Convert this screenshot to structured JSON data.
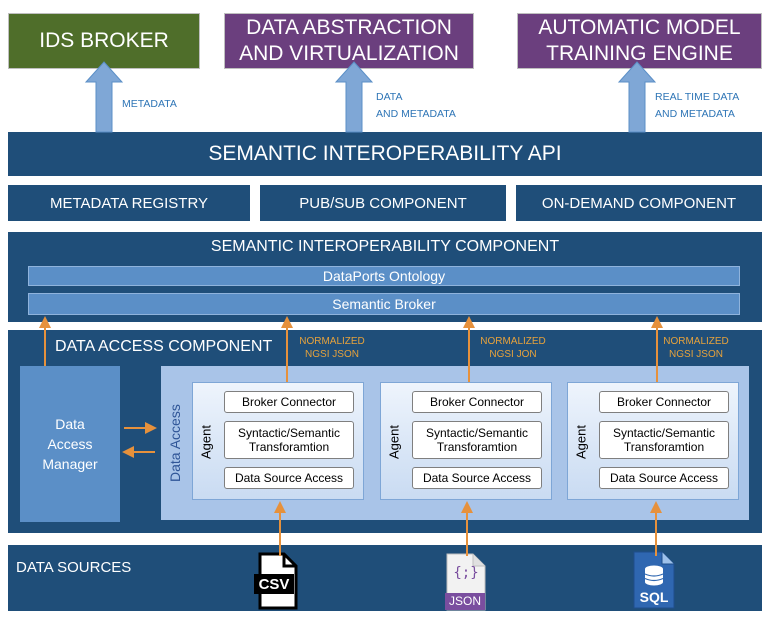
{
  "top": {
    "ids_broker": "IDS BROKER",
    "data_abstraction": [
      "DATA ABSTRACTION",
      "AND VIRTUALIZATION"
    ],
    "automatic_model": [
      "AUTOMATIC MODEL",
      "TRAINING ENGINE"
    ],
    "labels": {
      "metadata": "METADATA",
      "data_and_metadata": [
        "DATA",
        "AND METADATA"
      ],
      "real_time": [
        "REAL TIME DATA",
        "AND METADATA"
      ]
    }
  },
  "api": "SEMANTIC INTEROPERABILITY API",
  "components": [
    "METADATA REGISTRY",
    "PUB/SUB COMPONENT",
    "ON-DEMAND COMPONENT"
  ],
  "sic": {
    "title": "SEMANTIC INTEROPERABILITY COMPONENT",
    "ontology": "DataPorts Ontology",
    "broker": "Semantic Broker"
  },
  "dac": {
    "title": "DATA ACCESS COMPONENT",
    "normalized": [
      [
        "NORMALIZED",
        "NGSI JSON"
      ],
      [
        "NORMALIZED",
        "NGSI JON"
      ],
      [
        "NORMALIZED",
        "NGSI JSON"
      ]
    ],
    "manager": [
      "Data",
      "Access",
      "Manager"
    ],
    "data_access": "Data Access",
    "agent_label": "Agent",
    "agents": [
      {
        "connector": "Broker Connector",
        "transform": [
          "Syntactic/Semantic",
          "Transforamtion"
        ],
        "source": "Data Source Access"
      },
      {
        "connector": "Broker Connector",
        "transform": [
          "Syntactic/Semantic",
          "Transforamtion"
        ],
        "source": "Data Source Access"
      },
      {
        "connector": "Broker Connector",
        "transform": [
          "Syntactic/Semantic",
          "Transforamtion"
        ],
        "source": "Data Source Access"
      }
    ]
  },
  "sources": {
    "title": "DATA SOURCES",
    "csv": "CSV",
    "json_glyph": "{;}",
    "json": "JSON",
    "sql": "SQL"
  },
  "colors": {
    "navy": "#1f4e79",
    "ids_green": "#4f6e2a",
    "purple": "#6b3f7e",
    "arrow_blue": "#7fa7d6",
    "orange": "#e6913c"
  }
}
